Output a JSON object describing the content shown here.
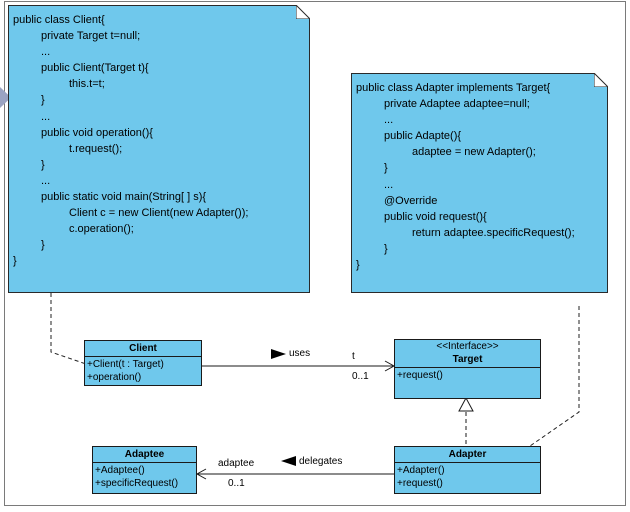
{
  "client_note": {
    "lines": [
      {
        "text": "public class Client{",
        "indent": 0
      },
      {
        "text": "private Target t=null;",
        "indent": 1
      },
      {
        "text": "...",
        "indent": 1
      },
      {
        "text": "public Client(Target t){",
        "indent": 1
      },
      {
        "text": "this.t=t;",
        "indent": 2
      },
      {
        "text": "}",
        "indent": 1
      },
      {
        "text": "...",
        "indent": 1
      },
      {
        "text": "public void operation(){",
        "indent": 1
      },
      {
        "text": "t.request();",
        "indent": 2
      },
      {
        "text": "}",
        "indent": 1
      },
      {
        "text": "...",
        "indent": 1
      },
      {
        "text": "public static void main(String[ ] s){",
        "indent": 1
      },
      {
        "text": "Client c = new Client(new Adapter());",
        "indent": 2
      },
      {
        "text": "c.operation();",
        "indent": 2
      },
      {
        "text": "}",
        "indent": 1
      },
      {
        "text": "}",
        "indent": 0
      }
    ]
  },
  "adapter_note": {
    "lines": [
      {
        "text": "public class Adapter implements Target{",
        "indent": 0
      },
      {
        "text": "private Adaptee adaptee=null;",
        "indent": 1
      },
      {
        "text": "...",
        "indent": 1
      },
      {
        "text": "public Adapte(){",
        "indent": 1
      },
      {
        "text": "adaptee = new Adapter();",
        "indent": 2
      },
      {
        "text": "}",
        "indent": 1
      },
      {
        "text": "...",
        "indent": 1
      },
      {
        "text": "@Override",
        "indent": 1
      },
      {
        "text": "public void request(){",
        "indent": 1
      },
      {
        "text": "return adaptee.specificRequest();",
        "indent": 2
      },
      {
        "text": "}",
        "indent": 1
      },
      {
        "text": "}",
        "indent": 0
      }
    ]
  },
  "classes": {
    "client": {
      "name": "Client",
      "ops": [
        "+Client(t : Target)",
        "+operation()"
      ]
    },
    "target": {
      "stereotype": "<<Interface>>",
      "name": "Target",
      "ops": [
        "+request()"
      ]
    },
    "adaptee": {
      "name": "Adaptee",
      "ops": [
        "+Adaptee()",
        "+specificRequest()"
      ]
    },
    "adapter": {
      "name": "Adapter",
      "ops": [
        "+Adapter()",
        "+request()"
      ]
    }
  },
  "associations": {
    "uses": {
      "label": "uses",
      "role": "t",
      "multiplicity": "0..1"
    },
    "delegates": {
      "label": "delegates",
      "role": "adaptee",
      "multiplicity": "0..1"
    }
  },
  "colors": {
    "note_fill": "#6fc8ec",
    "class_fill": "#6fc8ec",
    "line": "#1a1a1a"
  }
}
